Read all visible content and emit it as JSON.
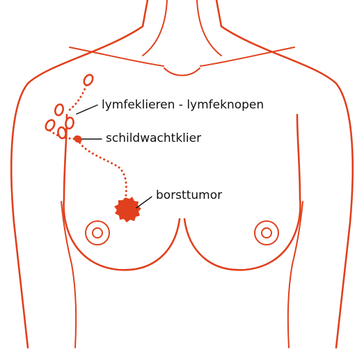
{
  "colors": {
    "accent": "#e0401d",
    "text": "#111111",
    "background": "#ffffff"
  },
  "labels": {
    "lymph_nodes": "lymfeklieren - lymfeknopen",
    "sentinel_node": "schildwachtklier",
    "tumor": "borsttumor"
  }
}
